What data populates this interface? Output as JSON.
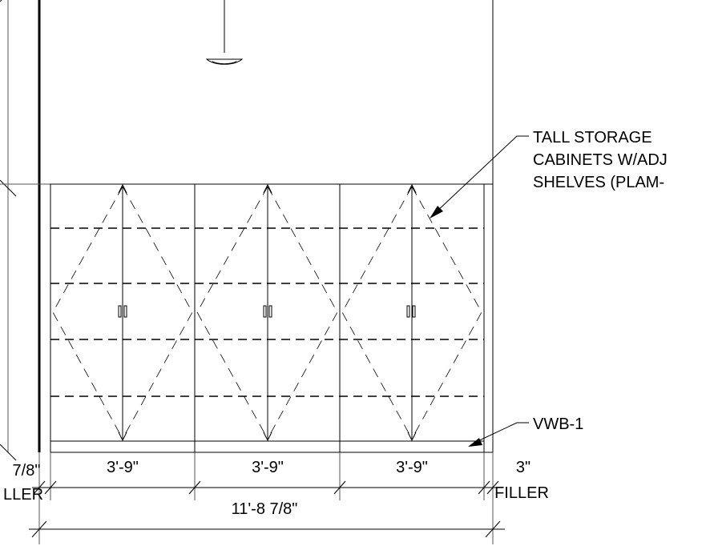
{
  "notes": {
    "storage_line1": "TALL STORAGE",
    "storage_line2": "CABINETS W/ADJ",
    "storage_line3": "SHELVES (PLAM-",
    "base": "VWB-1"
  },
  "dimensions": {
    "left_fraction": "7/8\"",
    "left_filler": "LLER",
    "cab1_width": "3'-9\"",
    "cab2_width": "3'-9\"",
    "cab3_width": "3'-9\"",
    "right_filler_size": "3\"",
    "right_filler": "FILLER",
    "overall": "11'-8 7/8\""
  }
}
